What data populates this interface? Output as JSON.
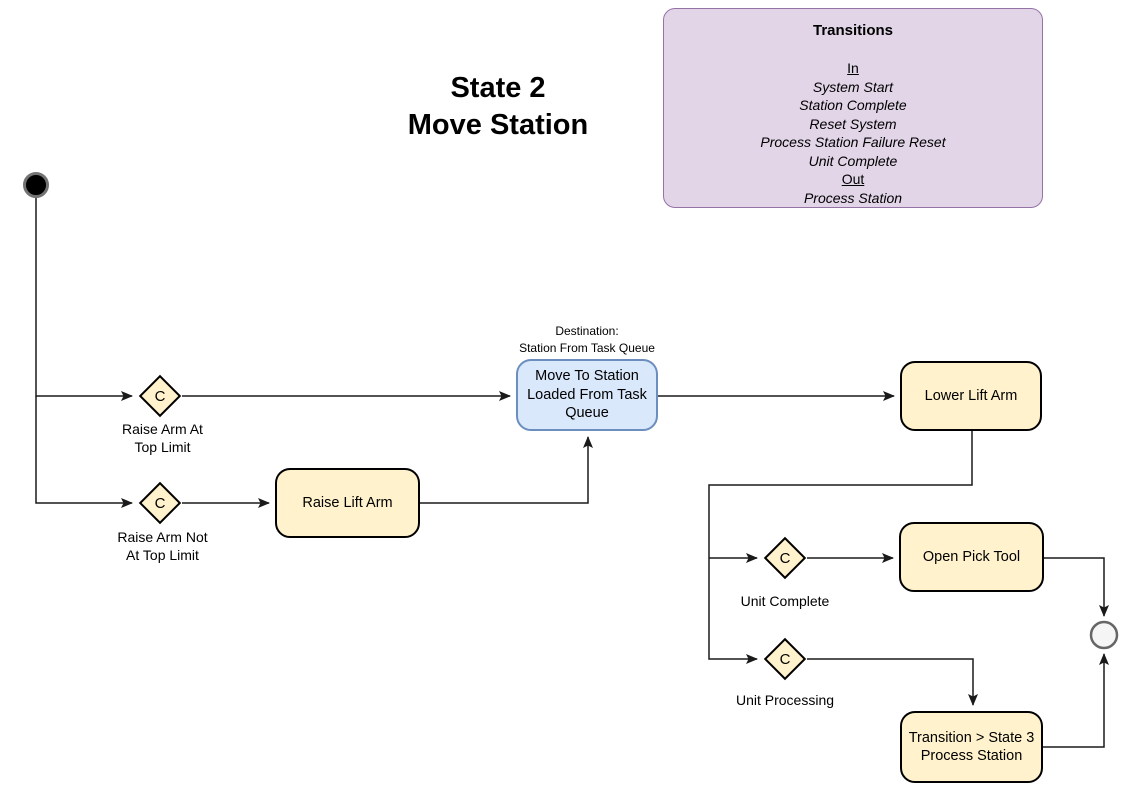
{
  "diagram": {
    "title": "State 2\nMove Station"
  },
  "transitions_panel": {
    "title": "Transitions",
    "in_header": "In",
    "in_items": [
      "System Start",
      "Station Complete",
      "Reset System",
      "Process Station Failure Reset",
      "Unit Complete"
    ],
    "out_header": "Out",
    "out_items": [
      "Process Station"
    ]
  },
  "nodes": {
    "raise_lift_arm": "Raise Lift Arm",
    "move_to_station": "Move To Station Loaded From Task Queue",
    "lower_lift_arm": "Lower Lift Arm",
    "open_pick_tool": "Open Pick Tool",
    "transition_state3": "Transition > State 3\nProcess Station"
  },
  "annotations": {
    "destination": "Destination:\nStation From Task Queue"
  },
  "guards": {
    "symbol": "C",
    "raise_arm_at_top": "Raise Arm At\nTop Limit",
    "raise_arm_not_at_top": "Raise Arm Not\nAt Top Limit",
    "unit_complete": "Unit Complete",
    "unit_processing": "Unit Processing"
  },
  "colors": {
    "node_fill": "#FFF2CC",
    "node_border": "#000000",
    "action_fill": "#DAE8FC",
    "action_border": "#6C8EBF",
    "panel_fill": "#E1D5E7",
    "panel_border": "#9673A6",
    "connector": "#1A1A1A",
    "final_fill": "#F5F5F5"
  }
}
